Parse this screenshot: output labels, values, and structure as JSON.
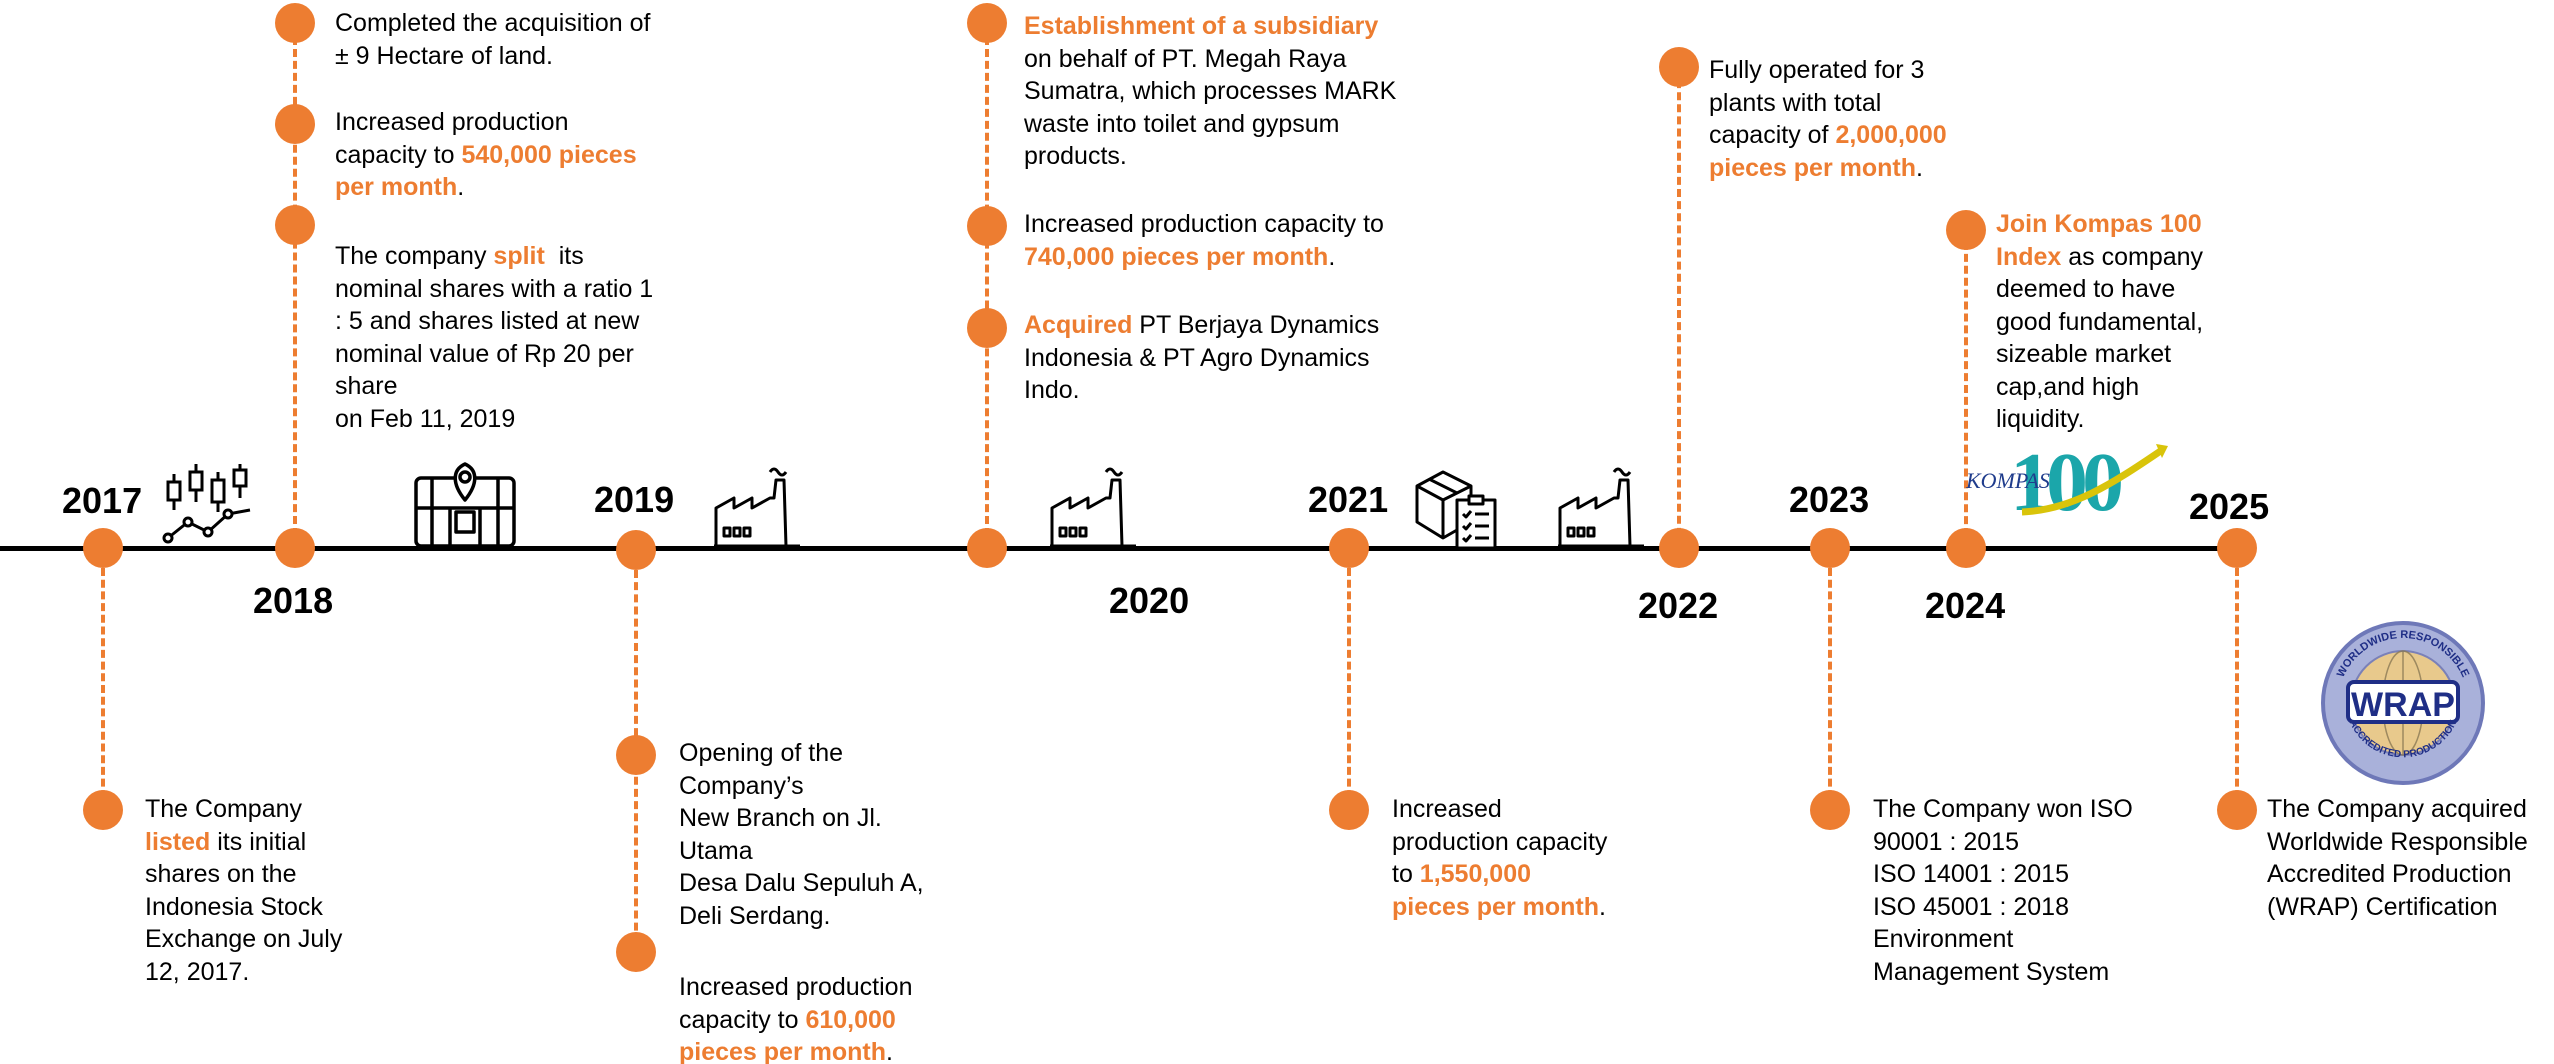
{
  "colors": {
    "accent": "#ED7D31",
    "axis": "#000000",
    "text": "#000000"
  },
  "years": {
    "y2017": "2017",
    "y2018": "2018",
    "y2019": "2019",
    "y2020": "2020",
    "y2021": "2021",
    "y2022": "2022",
    "y2023": "2023",
    "y2024": "2024",
    "y2025": "2025"
  },
  "events": {
    "e2017_listing": {
      "l1": "The Company",
      "l2_hl": "listed",
      "l2": " its initial",
      "l3": "shares on the",
      "l4": "Indonesia Stock",
      "l5": "Exchange on July",
      "l6": "12, 2017."
    },
    "e2018_land": {
      "l1": "Completed the acquisition of",
      "l2": "± 9 Hectare of land."
    },
    "e2018_capacity": {
      "l1": "Increased production",
      "l2": "capacity to ",
      "l2_hl": "540,000 pieces",
      "l3_hl": "per month",
      "l3": "."
    },
    "e2018_split": {
      "l1": "The company ",
      "l1_hl": "split",
      "l1b": "  its",
      "l2": "nominal shares with a ratio 1",
      "l3": ": 5 and shares listed at new",
      "l4": "nominal value of Rp 20 per",
      "l5": "share",
      "l6": "on Feb 11, 2019"
    },
    "e2019_branch": {
      "l1": "Opening of the",
      "l2": "Company’s",
      "l3": "New Branch on Jl.",
      "l4": "Utama",
      "l5": "Desa Dalu Sepuluh A,",
      "l6": "Deli Serdang."
    },
    "e2019_capacity": {
      "l1": "Increased production",
      "l2": "capacity to ",
      "l2_hl": "610,000",
      "l3_hl": "pieces per month",
      "l3": "."
    },
    "e2020_subsidiary": {
      "l1_hl": "Establishment of a subsidiary",
      "l2": "on behalf of PT. Megah Raya",
      "l3": "Sumatra, which processes MARK",
      "l4": "waste into toilet and gypsum",
      "l5": "products."
    },
    "e2020_capacity": {
      "l1": "Increased production capacity to",
      "l2_hl": "740,000 pieces per month",
      "l2": "."
    },
    "e2020_acquired": {
      "l1_hl": "Acquired",
      "l1": " PT Berjaya Dynamics",
      "l2": "Indonesia & PT Agro Dynamics",
      "l3": "Indo."
    },
    "e2021_capacity": {
      "l1": "Increased",
      "l2": "production capacity",
      "l3": "to ",
      "l3_hl": "1,550,000",
      "l4_hl": "pieces per month",
      "l4": "."
    },
    "e2022_plants": {
      "l1": "Fully operated for 3",
      "l2": "plants with total",
      "l3": "capacity of ",
      "l3_hl": "2,000,000",
      "l4_hl": "pieces per month",
      "l4": "."
    },
    "e2023_iso": {
      "l1": "The Company won ISO",
      "l2": "90001 : 2015",
      "l3": "ISO 14001 : 2015",
      "l4": "ISO 45001 : 2018",
      "l5": "Environment",
      "l6": "Management System"
    },
    "e2024_kompas": {
      "l1_hl": "Join Kompas 100",
      "l2_hl": "Index",
      "l2": " as company",
      "l3": "deemed to have",
      "l4": "good fundamental,",
      "l5": "sizeable market",
      "l6": "cap,and high",
      "l7": "liquidity."
    },
    "e2025_wrap": {
      "l1": "The Company acquired",
      "l2": "Worldwide Responsible",
      "l3": "Accredited Production",
      "l4": "(WRAP) Certification"
    }
  },
  "logos": {
    "kompas": {
      "word": "KOMPAS",
      "number": "100"
    },
    "wrap": {
      "center": "WRAP",
      "ring_top": "WORLDWIDE RESPONSIBLE",
      "ring_bottom": "ACCREDITED PRODUCTION"
    }
  },
  "icons": [
    "stock-chart-icon",
    "location-map-icon",
    "factory-icon",
    "package-checklist-icon"
  ]
}
